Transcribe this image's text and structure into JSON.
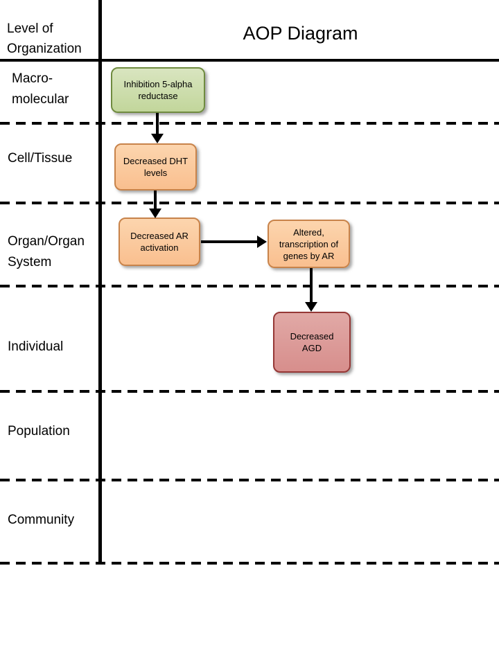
{
  "header": {
    "row_label_title": "Level of\nOrganization",
    "diagram_title": "AOP Diagram"
  },
  "rows": [
    {
      "label": "Macro-\nmolecular"
    },
    {
      "label": "Cell/Tissue"
    },
    {
      "label": "Organ/Organ\nSystem"
    },
    {
      "label": "Individual"
    },
    {
      "label": "Population"
    },
    {
      "label": "Community"
    }
  ],
  "nodes": [
    {
      "label": "Inhibition 5-alpha\nreductase",
      "color": "green",
      "level": "Macro-molecular"
    },
    {
      "label": "Decreased DHT\nlevels",
      "color": "orange",
      "level": "Cell/Tissue"
    },
    {
      "label": "Decreased AR\nactivation",
      "color": "orange",
      "level": "Organ/Organ System"
    },
    {
      "label": "Altered,\ntranscription of\ngenes by AR",
      "color": "orange",
      "level": "Organ/Organ System"
    },
    {
      "label": "Decreased\nAGD",
      "color": "pink",
      "level": "Individual"
    }
  ],
  "colors": {
    "green": {
      "light": "#d9e5c0",
      "fill": "#c2d69b",
      "border": "#6f8b3f"
    },
    "orange": {
      "light": "#fcd5ae",
      "fill": "#f9bf8f",
      "border": "#c8834a"
    },
    "pink": {
      "light": "#e1a9a6",
      "fill": "#d78e8c",
      "border": "#953735"
    }
  }
}
